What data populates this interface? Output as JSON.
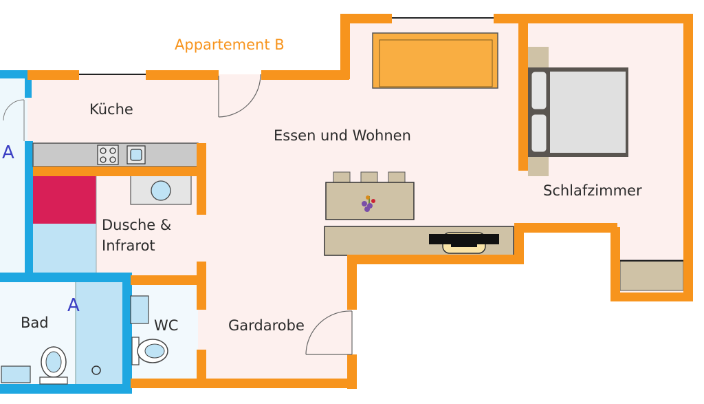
{
  "plan": {
    "title": "Appartement B",
    "rooms": {
      "kitchen": "Küche",
      "living": "Essen und Wohnen",
      "bedroom": "Schlafzimmer",
      "shower_line1": "Dusche &",
      "shower_line2": "Infrarot",
      "bath": "Bad",
      "wc": "WC",
      "wardrobe": "Gardarobe"
    },
    "markers": [
      "A",
      "A"
    ]
  },
  "colors": {
    "wall_orange": "#F7941D",
    "wall_blue": "#1EA7E1",
    "floor": "#FDF0EE",
    "bath_floor": "#BFE3F5",
    "sofa": "#F9AE42",
    "counter": "#CFC2A6",
    "infrared": "#D81F57",
    "marker_text": "#3B3FC4",
    "title_text": "#F7941D"
  },
  "icons": [
    "stove-icon",
    "sink-icon",
    "bed-icon",
    "sofa-icon",
    "dining-table-icon",
    "tv-icon",
    "toilet-icon",
    "flower-icon"
  ]
}
